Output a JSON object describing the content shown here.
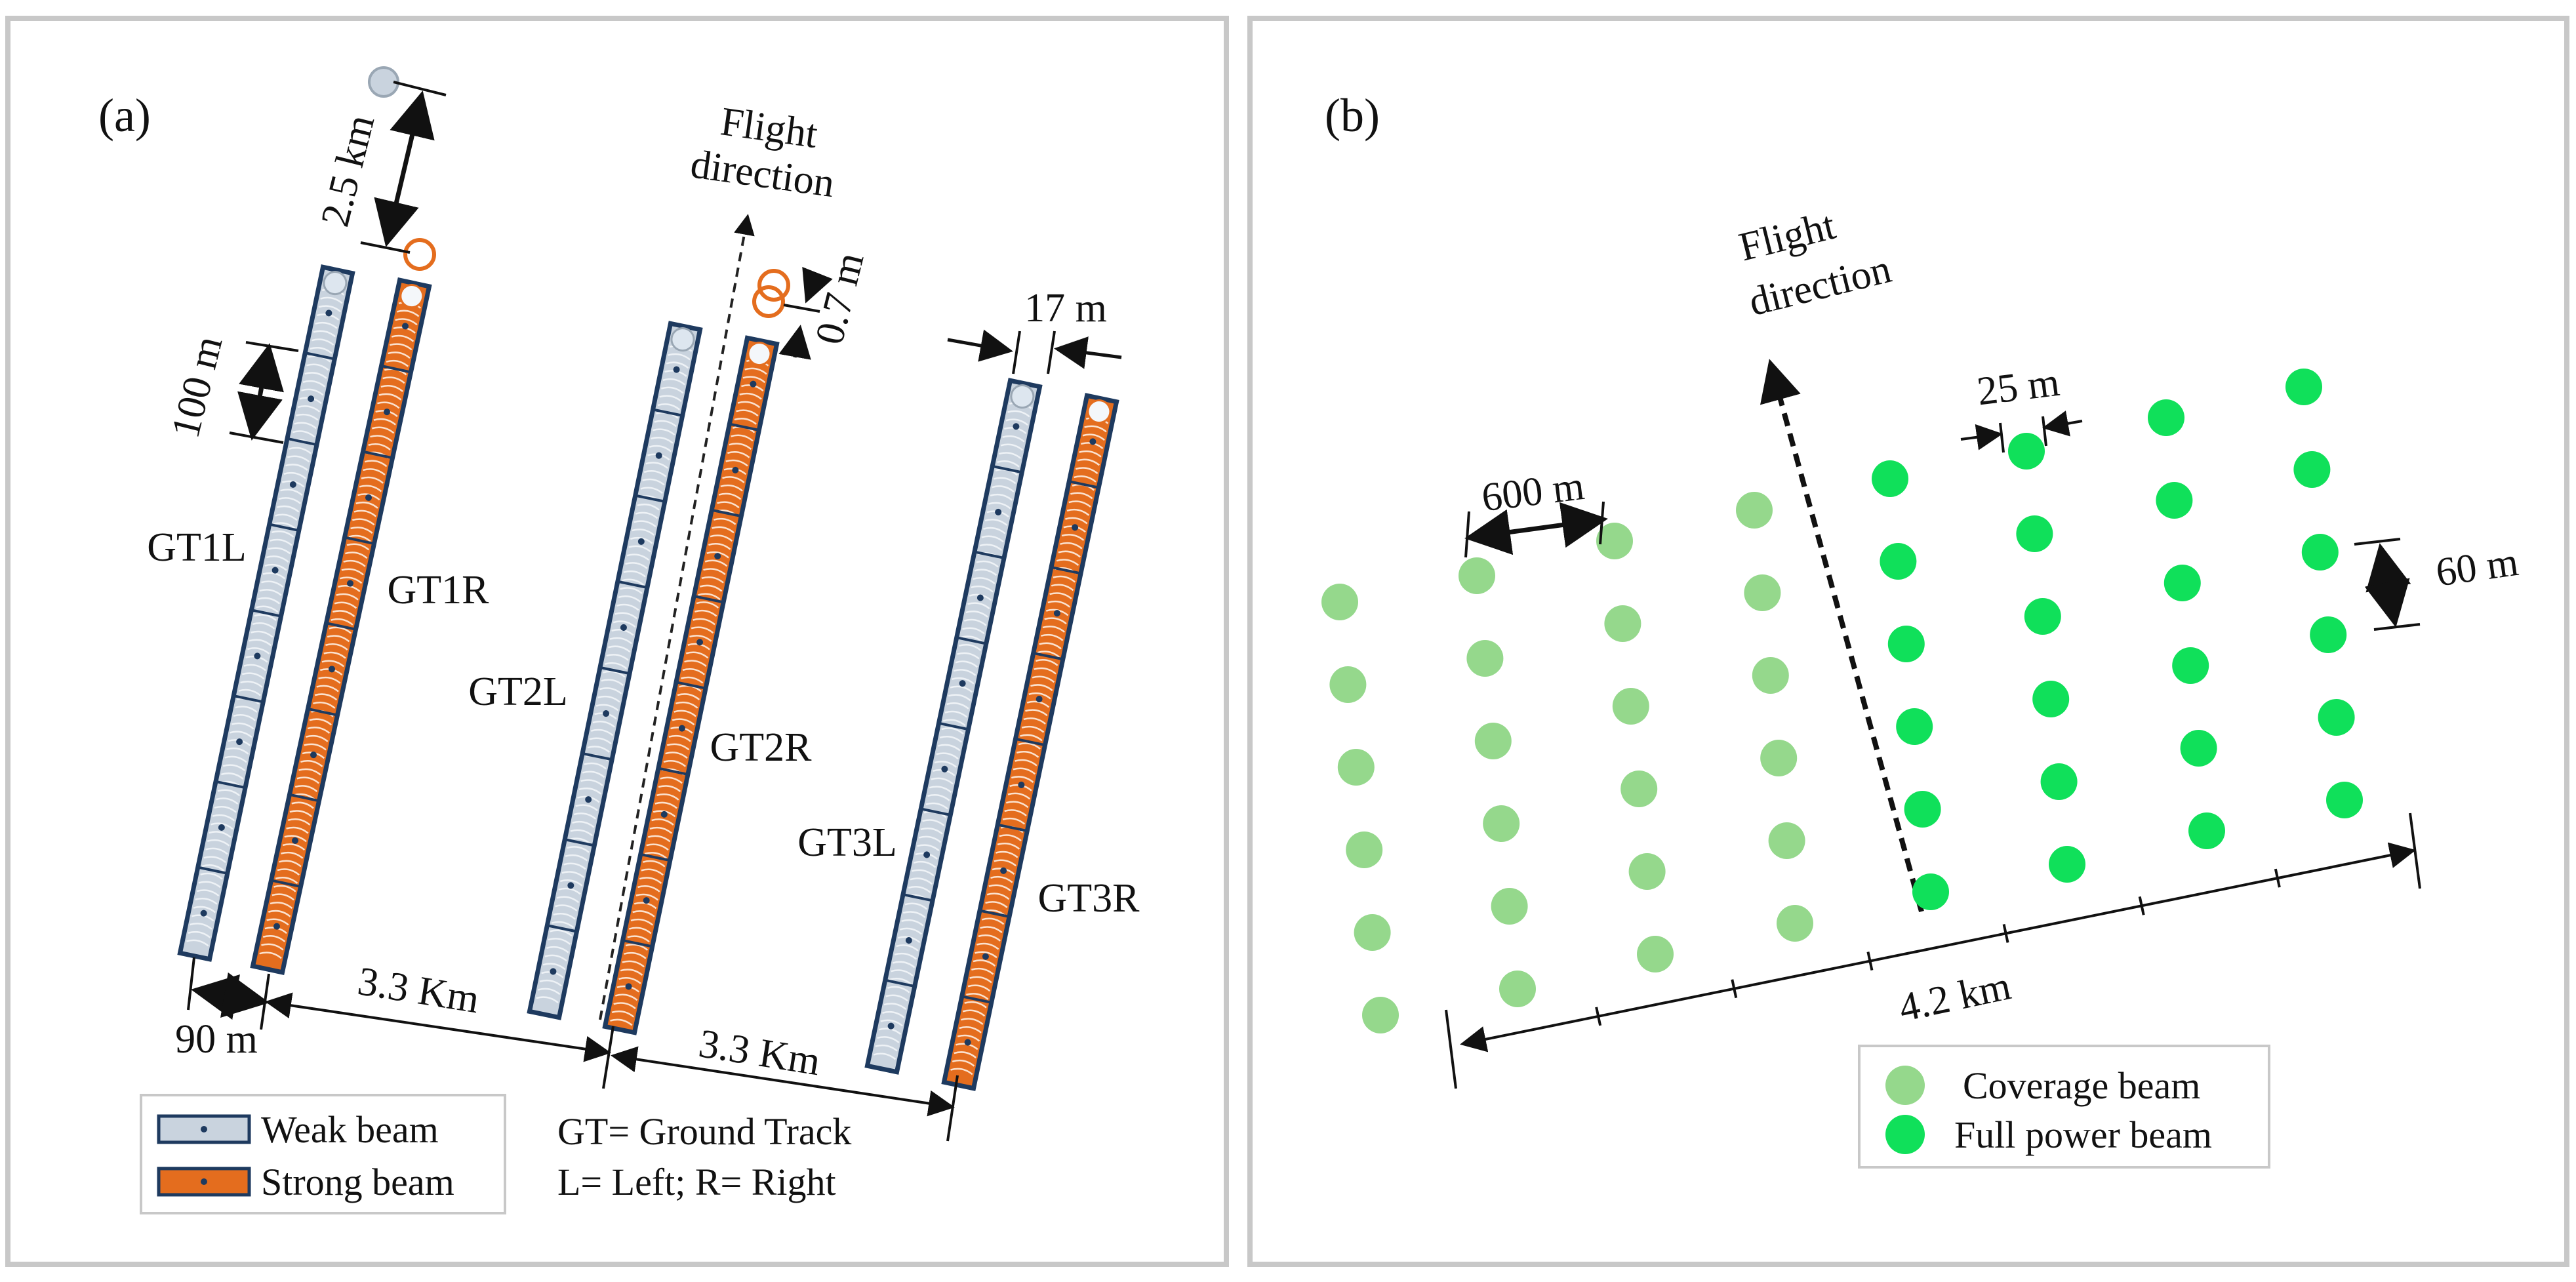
{
  "panel_a": {
    "label": "(a)",
    "flight": [
      "Flight",
      "direction"
    ],
    "dim_top": "2.5 km",
    "dim_segment": "100 m",
    "dim_footprint": "0.7 m",
    "dim_beam": "17 m",
    "dim_pair": "90 m",
    "dim_gap1": "3.3 Km",
    "dim_gap2": "3.3 Km",
    "tracks": [
      "GT1L",
      "GT1R",
      "GT2L",
      "GT2R",
      "GT3L",
      "GT3R"
    ],
    "legend": {
      "weak": "Weak beam",
      "strong": "Strong beam"
    },
    "notes": [
      "GT= Ground Track",
      "L= Left; R= Right"
    ]
  },
  "panel_b": {
    "label": "(b)",
    "flight": [
      "Flight",
      "direction"
    ],
    "dim_spacing": "600 m",
    "dim_beam": "25 m",
    "dim_along": "60 m",
    "dim_width": "4.2 km",
    "legend": {
      "coverage": "Coverage beam",
      "full": "Full power beam"
    },
    "beam_colors": {
      "coverage": "#95d88c",
      "full": "#10e05a"
    }
  },
  "colors": {
    "weak_fill": "#c9d3de",
    "weak_border": "#1e3a5f",
    "strong_fill": "#e46d1e",
    "strong_border": "#1e3a5f",
    "panel_border": "#c8c8c8"
  }
}
